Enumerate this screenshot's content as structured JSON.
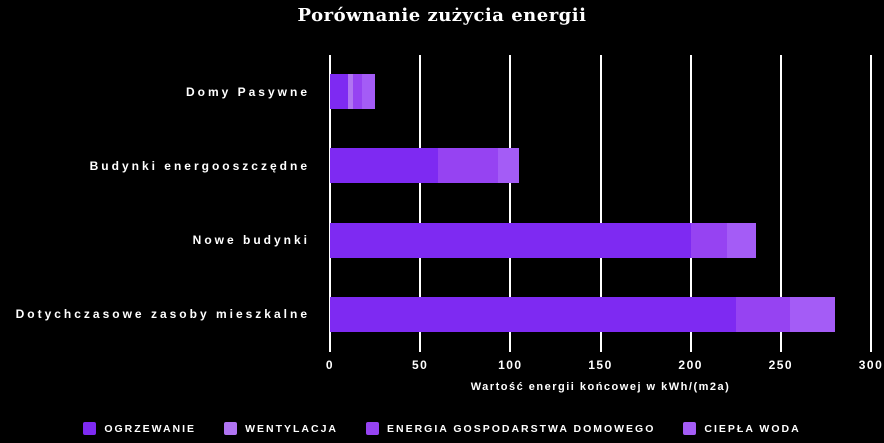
{
  "title": "Porównanie zużycia energii",
  "colors": {
    "background": "#000000",
    "text": "#ffffff",
    "grid": "#ffffff",
    "ogrzewanie": "#7e2af2",
    "wentylacja": "#b074f2",
    "energia_gospodarstwa_domowego": "#9643f2",
    "ciepla_woda": "#a45cf6"
  },
  "chart_data": {
    "type": "bar",
    "orientation": "horizontal",
    "stacked": true,
    "title": "Porównanie zużycia energii",
    "xlabel": "Wartość energii końcowej w kWh/(m2a)",
    "ylabel": "",
    "xlim": [
      0,
      300
    ],
    "xticks": [
      0,
      50,
      100,
      150,
      200,
      250,
      300
    ],
    "grid": true,
    "legend_position": "bottom",
    "categories": [
      "Domy Pasywne",
      "Budynki energooszczędne",
      "Nowe budynki",
      "Dotychczasowe zasoby mieszkalne"
    ],
    "series": [
      {
        "name": "OGRZEWANIE",
        "color": "#7e2af2",
        "values": [
          10,
          60,
          200,
          225
        ]
      },
      {
        "name": "WENTYLACJA",
        "color": "#b074f2",
        "values": [
          3,
          0,
          0,
          0
        ]
      },
      {
        "name": "ENERGIA GOSPODARSTWA DOMOWEGO",
        "color": "#9643f2",
        "values": [
          5,
          33,
          20,
          30
        ]
      },
      {
        "name": "CIEPŁA WODA",
        "color": "#a45cf6",
        "values": [
          7,
          12,
          16,
          25
        ]
      }
    ],
    "totals": [
      25,
      105,
      236,
      280
    ]
  }
}
